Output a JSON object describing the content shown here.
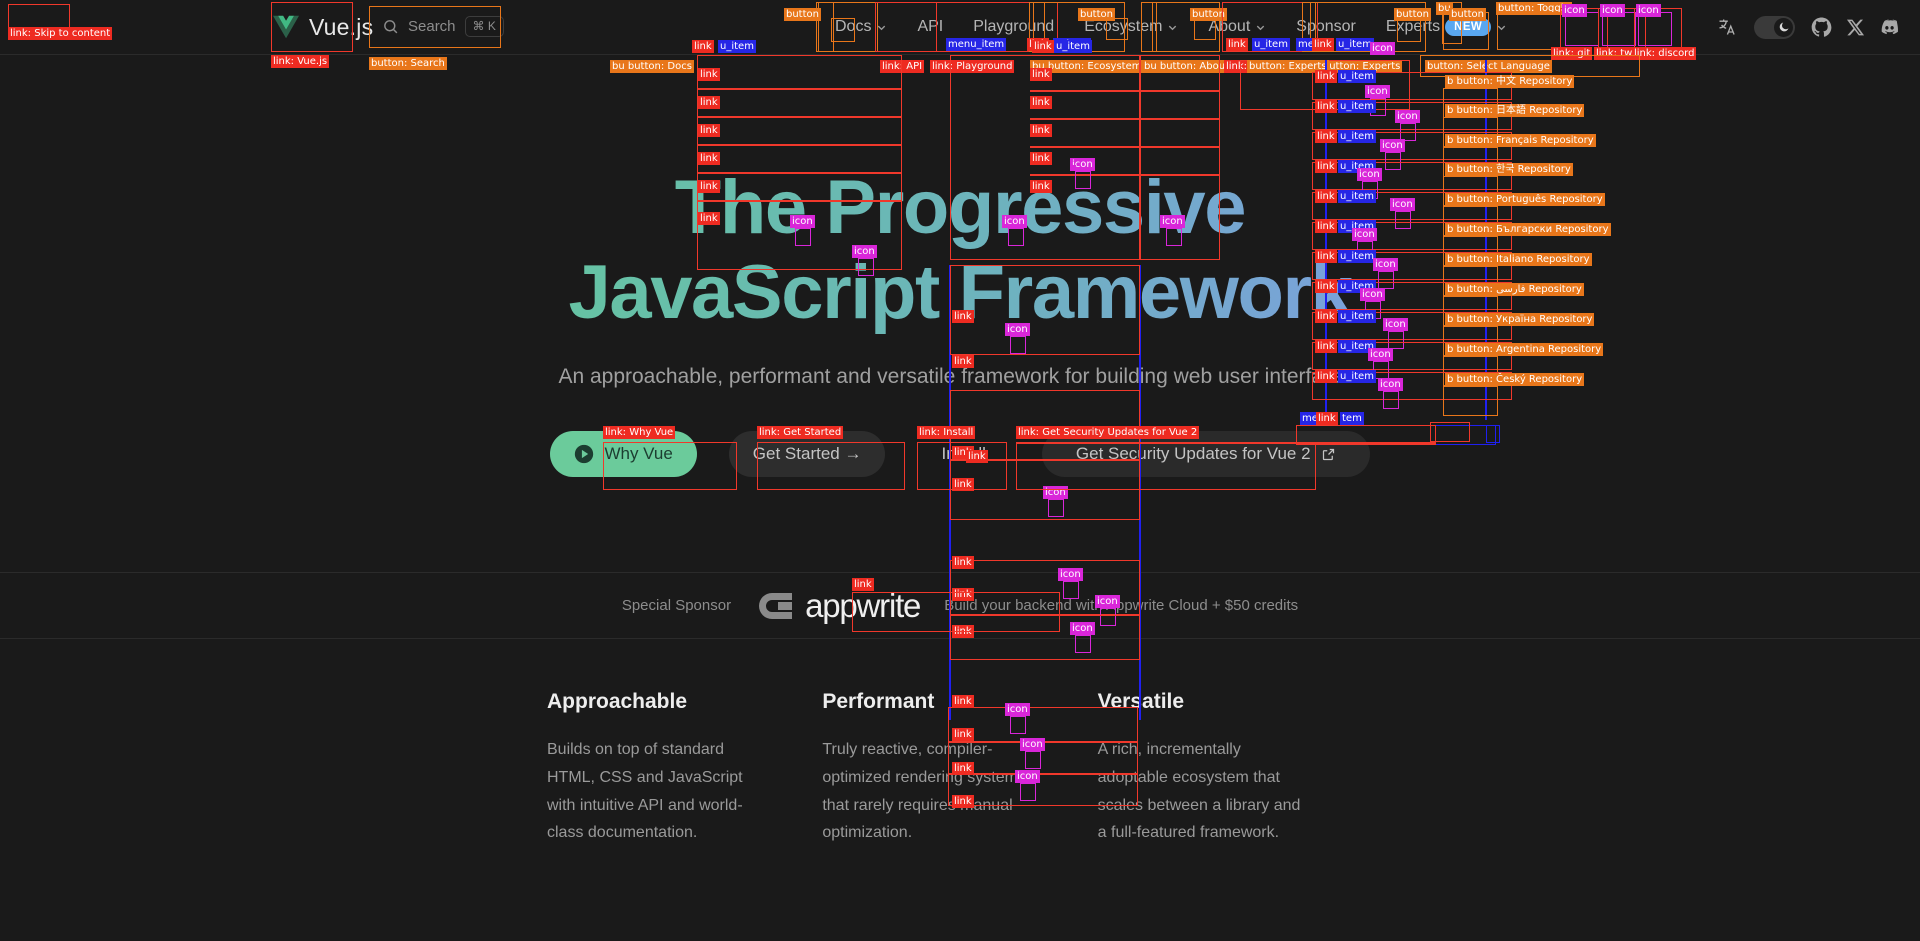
{
  "page": {
    "background": "#1a1a1a",
    "skip_link": "Skip to content"
  },
  "navbar": {
    "brand": {
      "name": "Vue.js",
      "logo_icon": "vue-logo-icon"
    },
    "search": {
      "label": "Search",
      "shortcut": "⌘ K",
      "icon": "search-icon"
    },
    "items": [
      {
        "label": "Docs",
        "has_caret": true
      },
      {
        "label": "API",
        "has_caret": false
      },
      {
        "label": "Playground",
        "has_caret": false
      },
      {
        "label": "Ecosystem",
        "has_caret": true
      },
      {
        "label": "About",
        "has_caret": true
      },
      {
        "label": "Sponsor",
        "has_caret": false
      },
      {
        "label": "Experts",
        "has_caret": true,
        "badge": "NEW"
      }
    ],
    "translations_button": "Select Language",
    "appearance_toggle": "Toggle Dark Mode",
    "social": [
      {
        "name": "github",
        "title": "GitHub"
      },
      {
        "name": "twitter",
        "title": "Twitter"
      },
      {
        "name": "discord",
        "title": "Discord"
      }
    ]
  },
  "hero": {
    "title_line1": "The Progressive",
    "title_line2": "JavaScript Framework",
    "gradient_from": "#64c89b",
    "gradient_to": "#7c9ee0",
    "tagline": "An approachable, performant and versatile framework for building web user interfaces.",
    "actions": [
      {
        "label": "Why Vue",
        "style": "primary",
        "icon": "play-icon"
      },
      {
        "label": "Get Started →",
        "style": "secondary"
      },
      {
        "label": "Install",
        "style": "ghost"
      },
      {
        "label": "Get Security Updates for Vue 2",
        "style": "wide",
        "icon": "external-link-icon"
      }
    ]
  },
  "sponsor": {
    "label": "Special Sponsor",
    "logo_text": "appwrite",
    "tagline": "Build your backend with Appwrite Cloud + $50 credits"
  },
  "features": [
    {
      "title": "Approachable",
      "body": "Builds on top of standard HTML, CSS and JavaScript with intuitive API and world-class documentation."
    },
    {
      "title": "Performant",
      "body": "Truly reactive, compiler-optimized rendering system that rarely requires manual optimization."
    },
    {
      "title": "Versatile",
      "body": "A rich, incrementally adoptable ecosystem that scales between a library and a full-featured framework."
    }
  ],
  "annotations": {
    "kinds": [
      "link",
      "button",
      "icon",
      "menu_item",
      "u_item"
    ],
    "labels": {
      "link": "link",
      "button": "button",
      "icon": "icon",
      "menu_item": "menu_item",
      "u_item": "u_item"
    },
    "navbar_boxes": [
      {
        "label": "link: Skip to content",
        "kind": "link"
      },
      {
        "label": "link: Vue.js",
        "kind": "link"
      },
      {
        "label": "button: Search",
        "kind": "button"
      },
      {
        "label": "button: Docs",
        "kind": "button"
      },
      {
        "label": "link: API",
        "kind": "link"
      },
      {
        "label": "link: Playground",
        "kind": "link"
      },
      {
        "label": "button: Ecosystem",
        "kind": "button"
      },
      {
        "label": "button: About",
        "kind": "button"
      },
      {
        "label": "link: Sponsor",
        "kind": "link"
      },
      {
        "label": "button: Experts",
        "kind": "button"
      },
      {
        "label": "button: Select Language",
        "kind": "button"
      },
      {
        "label": "button: Toggle",
        "kind": "button"
      },
      {
        "label": "link: github",
        "kind": "link"
      },
      {
        "label": "link: tw",
        "kind": "link"
      },
      {
        "label": "link: discord",
        "kind": "link"
      }
    ],
    "hero_boxes": [
      {
        "label": "link: Why Vue",
        "kind": "link"
      },
      {
        "label": "link: Get Started",
        "kind": "link"
      },
      {
        "label": "link: Install",
        "kind": "link"
      },
      {
        "label": "link: Get Security Updates for Vue 2",
        "kind": "link"
      }
    ],
    "repository_buttons": [
      "中文 Repository",
      "日本語 Repository",
      "Français Repository",
      "한국 Repository",
      "Português Repository",
      "Българ Repository",
      "Italiano Repository",
      "فارسی Repository",
      "Україн Repository",
      "Argentina Repository",
      "Český Repository"
    ],
    "sponsor_boxes": [
      {
        "label": "link",
        "kind": "link"
      }
    ]
  }
}
